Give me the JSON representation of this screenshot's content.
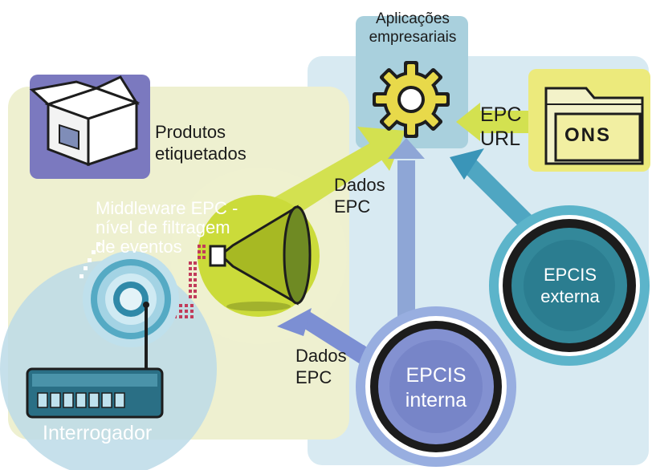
{
  "labels": {
    "apps_line1": "Aplicações",
    "apps_line2": "empresariais",
    "produtos_line1": "Produtos",
    "produtos_line2": "etiquetados",
    "middleware_line1": "Middleware EPC -",
    "middleware_line2": "nível de filtragem",
    "middleware_line3": "de eventos",
    "dados_top_line1": "Dados",
    "dados_top_line2": "EPC",
    "dados_bottom_line1": "Dados",
    "dados_bottom_line2": "EPC",
    "epc_url_line1": "EPC",
    "epc_url_line2": "URL",
    "ons": "ONS",
    "epcis_ext_line1": "EPCIS",
    "epcis_ext_line2": "externa",
    "epcis_int_line1": "EPCIS",
    "epcis_int_line2": "interna",
    "interrogador": "Interrogador"
  },
  "colors": {
    "back_panel_blue": "#d9ebf3",
    "back_panel_yellow": "#eef0cf",
    "lime": "#cfde3f",
    "lime_dark": "#a9bb1c",
    "teal_dark": "#2f7c8a",
    "teal_mid": "#3f9db0",
    "purple_blue": "#7180c4",
    "box_purple": "#7b79bf",
    "folder_yellow": "#ece97a",
    "reader_teal": "#2a6f85"
  },
  "icons": [
    "gear-icon",
    "box-icon",
    "folder-icon",
    "megaphone-icon",
    "reader-icon",
    "antenna-icon",
    "signal-target-icon",
    "disc-icon"
  ]
}
